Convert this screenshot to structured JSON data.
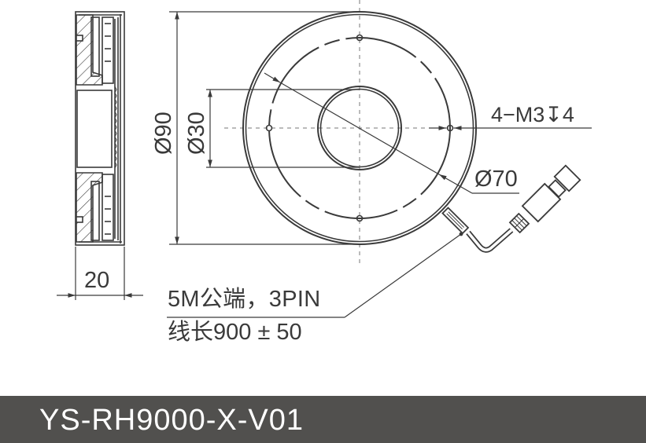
{
  "drawing": {
    "type": "technical drawing - ring light",
    "colors": {
      "line": "#3a3a3a",
      "banner_bg": "#51504e",
      "banner_text": "#ffffff"
    },
    "side_view": {
      "thickness_label": "20"
    },
    "front_view": {
      "outer_diameter_label": "Ø90",
      "inner_diameter_label": "Ø30",
      "bolt_circle_label": "Ø70",
      "thread_callout": "4-M3⫫4"
    },
    "cable_note": {
      "line1": "5M公端，3PIN",
      "line2": "线长900±50"
    }
  },
  "labels": {
    "thickness": "20",
    "d90": "Ø90",
    "d30": "Ø30",
    "thread": "4−M3↧4",
    "d70": "Ø70",
    "cable_line1": "5M公端，3PIN",
    "cable_line2": "线长900 ± 50"
  },
  "banner": {
    "title": "YS-RH9000-X-V01"
  }
}
